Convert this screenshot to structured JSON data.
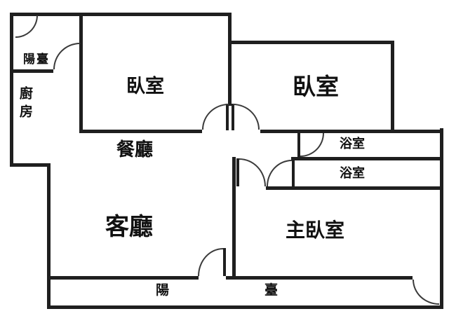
{
  "colors": {
    "wall": "#1f1f1f",
    "arc": "#3a3a3a",
    "text": "#111111",
    "background": "#ffffff"
  },
  "plan": {
    "type": "floor-plan",
    "rooms": [
      {
        "id": "balcony-top",
        "label": "陽臺"
      },
      {
        "id": "kitchen",
        "label": "廚房"
      },
      {
        "id": "bedroom-left",
        "label": "臥室"
      },
      {
        "id": "bedroom-right",
        "label": "臥室"
      },
      {
        "id": "dining-room",
        "label": "餐廳"
      },
      {
        "id": "bathroom-upper",
        "label": "浴室"
      },
      {
        "id": "bathroom-lower",
        "label": "浴室"
      },
      {
        "id": "living-room",
        "label": "客廳"
      },
      {
        "id": "master-bedroom",
        "label": "主臥室"
      },
      {
        "id": "balcony-bottom-left",
        "label": "陽"
      },
      {
        "id": "balcony-bottom-right",
        "label": "臺"
      }
    ]
  }
}
